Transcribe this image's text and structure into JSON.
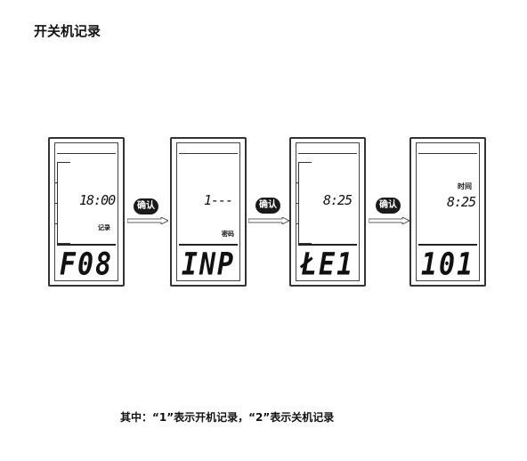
{
  "title": "开关机记录",
  "footnote": "其中：“1”表示开机记录，“2”表示关机记录",
  "confirm_label": "确认",
  "devices": [
    {
      "middle": "18:00",
      "sub": "记录",
      "big": "F08"
    },
    {
      "middle": "1---",
      "sub": "密码",
      "big": "INP"
    },
    {
      "middle": "8:25",
      "sub": "",
      "big": "ŁE1"
    },
    {
      "middle": "8:25",
      "sub": "时间",
      "big": "101"
    }
  ]
}
